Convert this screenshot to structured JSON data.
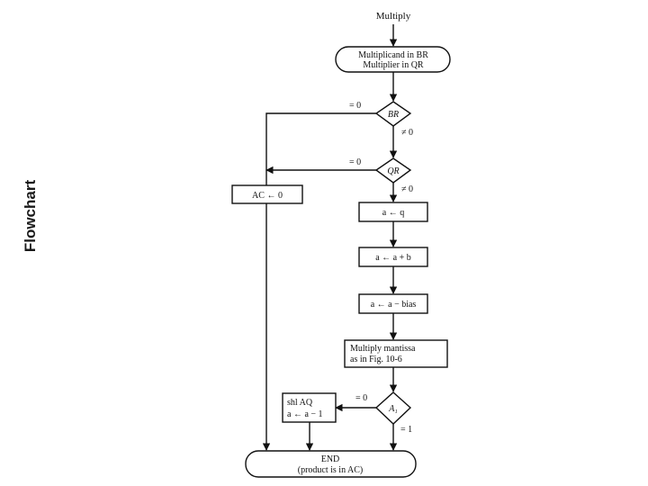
{
  "side_title": "Flowchart",
  "diagram": {
    "start_label": "Multiply",
    "setup": {
      "line1": "Multiplicand in BR",
      "line2": "Multiplier in QR"
    },
    "check_br": {
      "label": "BR",
      "zero_edge": "= 0",
      "nonzero_edge": "≠ 0"
    },
    "check_qr": {
      "label": "QR",
      "zero_edge": "= 0",
      "nonzero_edge": "≠ 0"
    },
    "clear_ac": "AC ← 0",
    "step_load": "a ← q",
    "step_add": "a ← a + b",
    "step_bias": "a ← a − bias",
    "multiply_mantissa": {
      "line1": "Multiply mantissa",
      "line2": "as in Fig. 10-6"
    },
    "check_a1": {
      "label": "A₁",
      "zero_edge": "= 0",
      "one_edge": "= 1"
    },
    "shift": {
      "line1": "shl AQ",
      "line2": "a ← a − 1"
    },
    "end": {
      "line1": "END",
      "line2": "(product is in AC)"
    }
  }
}
